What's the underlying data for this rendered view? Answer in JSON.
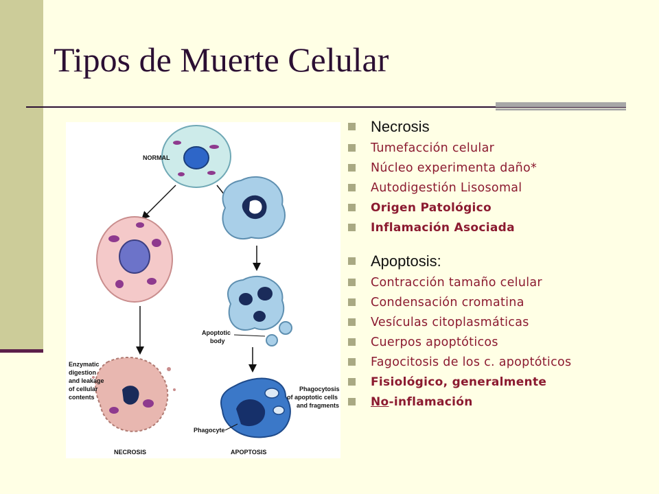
{
  "slide": {
    "title": "Tipos de Muerte Celular",
    "colors": {
      "background": "#FFFFE5",
      "side_bar": "#CCCC99",
      "title": "#2B0F33",
      "bullet_text": "#8B1A30",
      "bullet_marker": "#A9A983"
    }
  },
  "diagram": {
    "labels": {
      "normal": "NORMAL",
      "apoptotic_body_1": "Apoptotic",
      "apoptotic_body_2": "body",
      "enzymatic_1": "Enzymatic",
      "enzymatic_2": "digestion",
      "enzymatic_3": "and leakage",
      "enzymatic_4": "of cellular",
      "enzymatic_5": "contents",
      "phago_1": "Phagocytosis",
      "phago_2": "of apoptotic cells",
      "phago_3": "and fragments",
      "phagocyte": "Phagocyte",
      "necrosis": "NECROSIS",
      "apoptosis": "APOPTOSIS"
    }
  },
  "necrosis": {
    "heading": "Necrosis",
    "items": [
      "Tumefacción celular",
      "Núcleo experimenta daño*",
      "Autodigestión Lisosomal",
      "Origen Patológico",
      "Inflamación Asociada"
    ]
  },
  "apoptosis": {
    "heading": "Apoptosis:",
    "items": [
      "Contracción tamaño celular",
      "Condensación cromatina",
      "Vesículas citoplasmáticas",
      "Cuerpos apoptóticos",
      "Fagocitosis de los c. apoptóticos",
      "Fisiológico, generalmente"
    ],
    "last_item_underlined": "No",
    "last_item_rest": "-inflamación"
  }
}
